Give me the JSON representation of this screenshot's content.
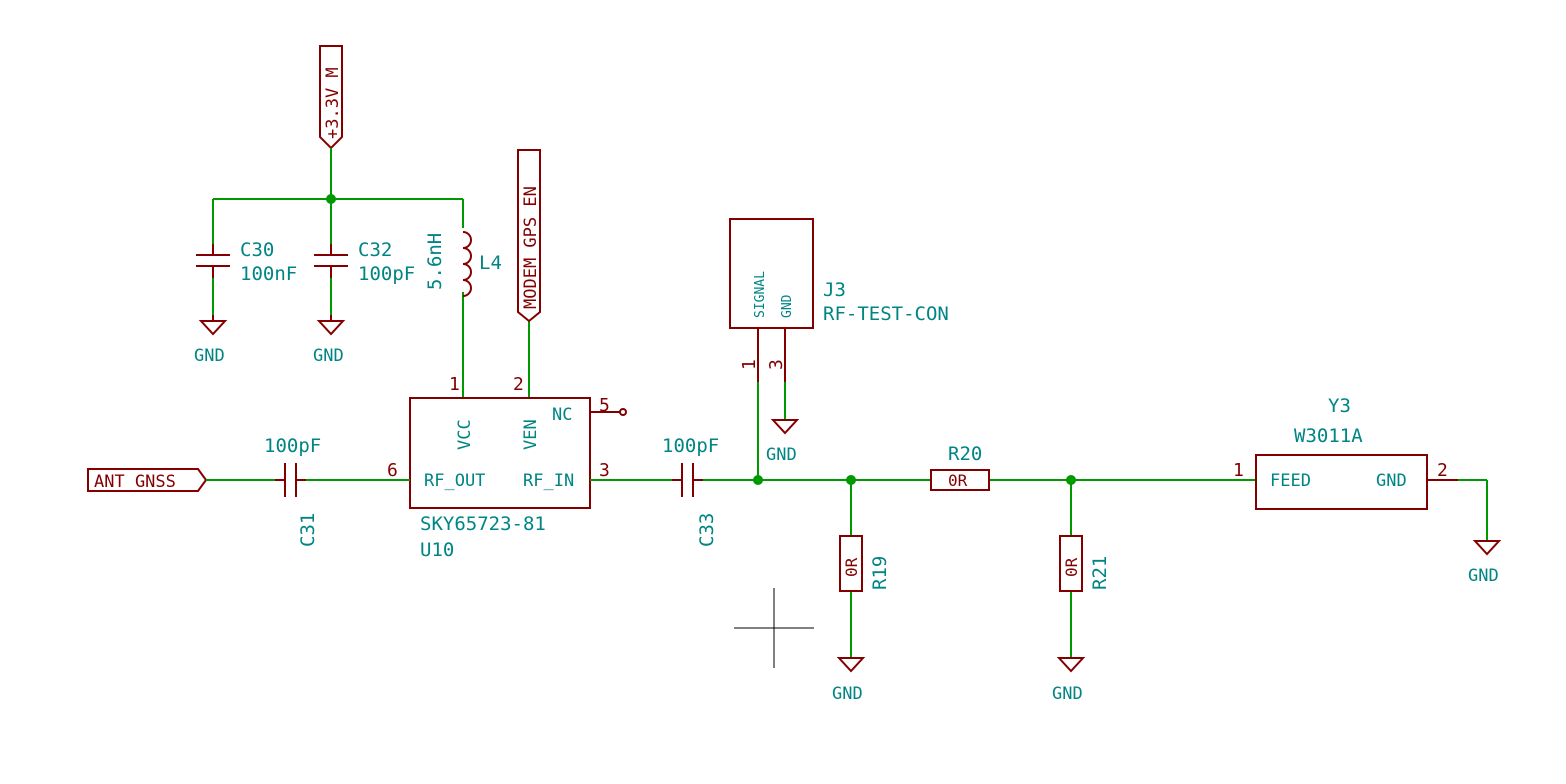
{
  "power_labels": {
    "supply": "+3.3V_M",
    "enable": "MODEM_GPS_EN",
    "antenna": "ANT_GNSS"
  },
  "gnd_label": "GND",
  "c30": {
    "ref": "C30",
    "value": "100nF"
  },
  "c32": {
    "ref": "C32",
    "value": "100pF"
  },
  "l4": {
    "ref": "L4",
    "value": "5.6nH"
  },
  "c31": {
    "ref": "C31",
    "value": "100pF"
  },
  "c33": {
    "ref": "C33",
    "value": "100pF"
  },
  "u10": {
    "ref": "U10",
    "value": "SKY65723-81",
    "pins": {
      "vcc": "VCC",
      "ven": "VEN",
      "nc": "NC",
      "rf_out": "RF_OUT",
      "rf_in": "RF_IN"
    },
    "pin_numbers": {
      "vcc": "1",
      "ven": "2",
      "rf_in": "3",
      "nc": "5",
      "rf_out": "6"
    }
  },
  "j3": {
    "ref": "J3",
    "value": "RF-TEST-CON",
    "pins": {
      "signal": "SIGNAL",
      "gnd": "GND"
    },
    "pin_numbers": {
      "signal": "1",
      "gnd": "3"
    }
  },
  "r19": {
    "ref": "R19",
    "value": "0R"
  },
  "r20": {
    "ref": "R20",
    "value": "0R"
  },
  "r21": {
    "ref": "R21",
    "value": "0R"
  },
  "y3": {
    "ref": "Y3",
    "value": "W3011A",
    "pins": {
      "feed": "FEED",
      "gnd": "GND"
    },
    "pin_numbers": {
      "feed": "1",
      "gnd": "2"
    }
  },
  "colors": {
    "wire": "#009900",
    "component": "#840000",
    "text": "#008484",
    "background": "#ffffff"
  }
}
